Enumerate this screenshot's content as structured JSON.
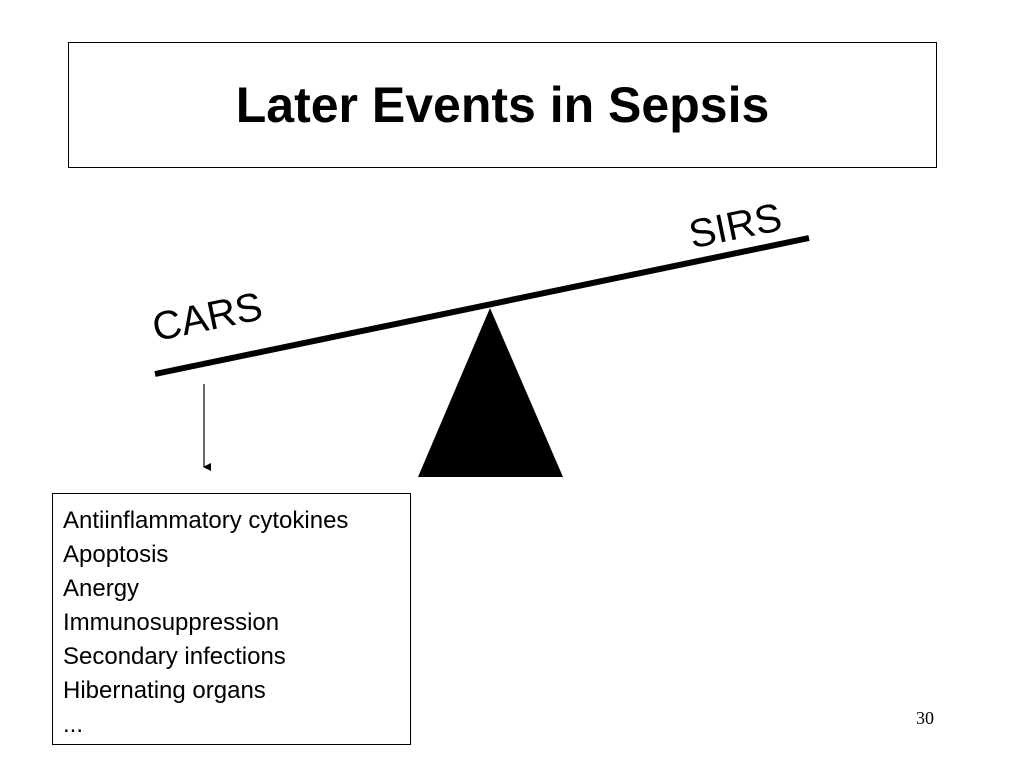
{
  "slide": {
    "title": "Later Events in Sepsis",
    "page_number": "30"
  },
  "diagram": {
    "left_label": "CARS",
    "right_label": "SIRS",
    "effects": [
      "Antiinflammatory cytokines",
      "Apoptosis",
      "Anergy",
      "Immunosuppression",
      "Secondary infections",
      "Hibernating organs",
      "..."
    ]
  }
}
